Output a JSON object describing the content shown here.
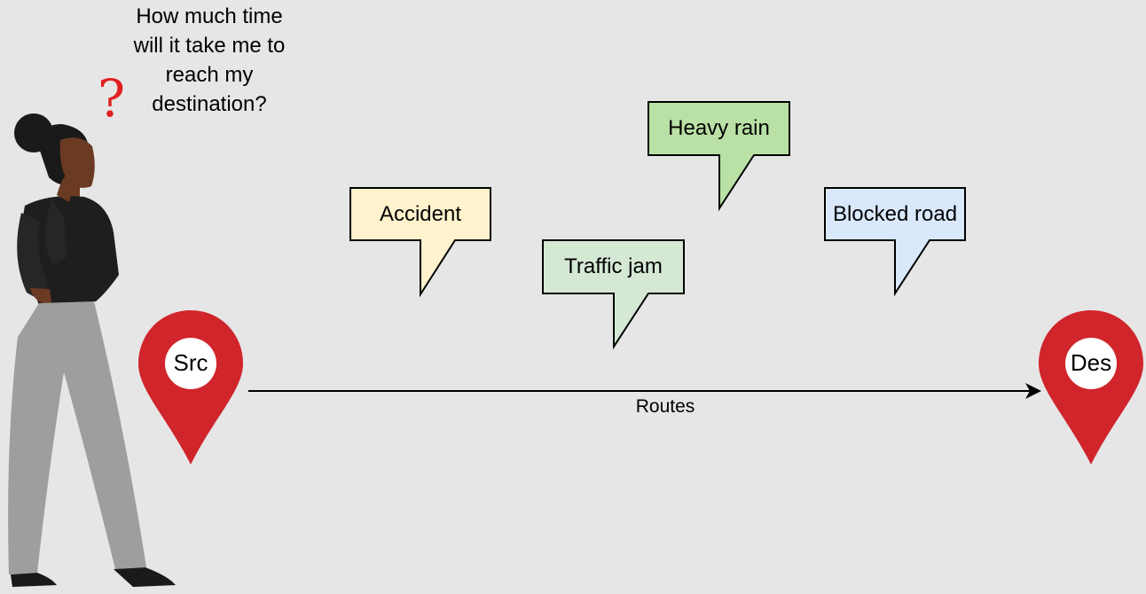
{
  "question": {
    "text": "How much time\nwill it take me to\nreach my\ndestination?",
    "mark": "?"
  },
  "events": [
    {
      "label": "Accident",
      "fill": "#fff2cc",
      "stroke": "#000000"
    },
    {
      "label": "Traffic jam",
      "fill": "#d5e8d4",
      "stroke": "#000000"
    },
    {
      "label": "Heavy rain",
      "fill": "#b9e0a5",
      "stroke": "#000000"
    },
    {
      "label": "Blocked road",
      "fill": "#dae8fc",
      "stroke": "#000000"
    }
  ],
  "source": {
    "label": "Src",
    "color": "#d0252b"
  },
  "destination": {
    "label": "Des",
    "color": "#d0252b"
  },
  "route": {
    "label": "Routes"
  },
  "colors": {
    "background": "#e6e6e6",
    "question_mark": "#e02020"
  }
}
